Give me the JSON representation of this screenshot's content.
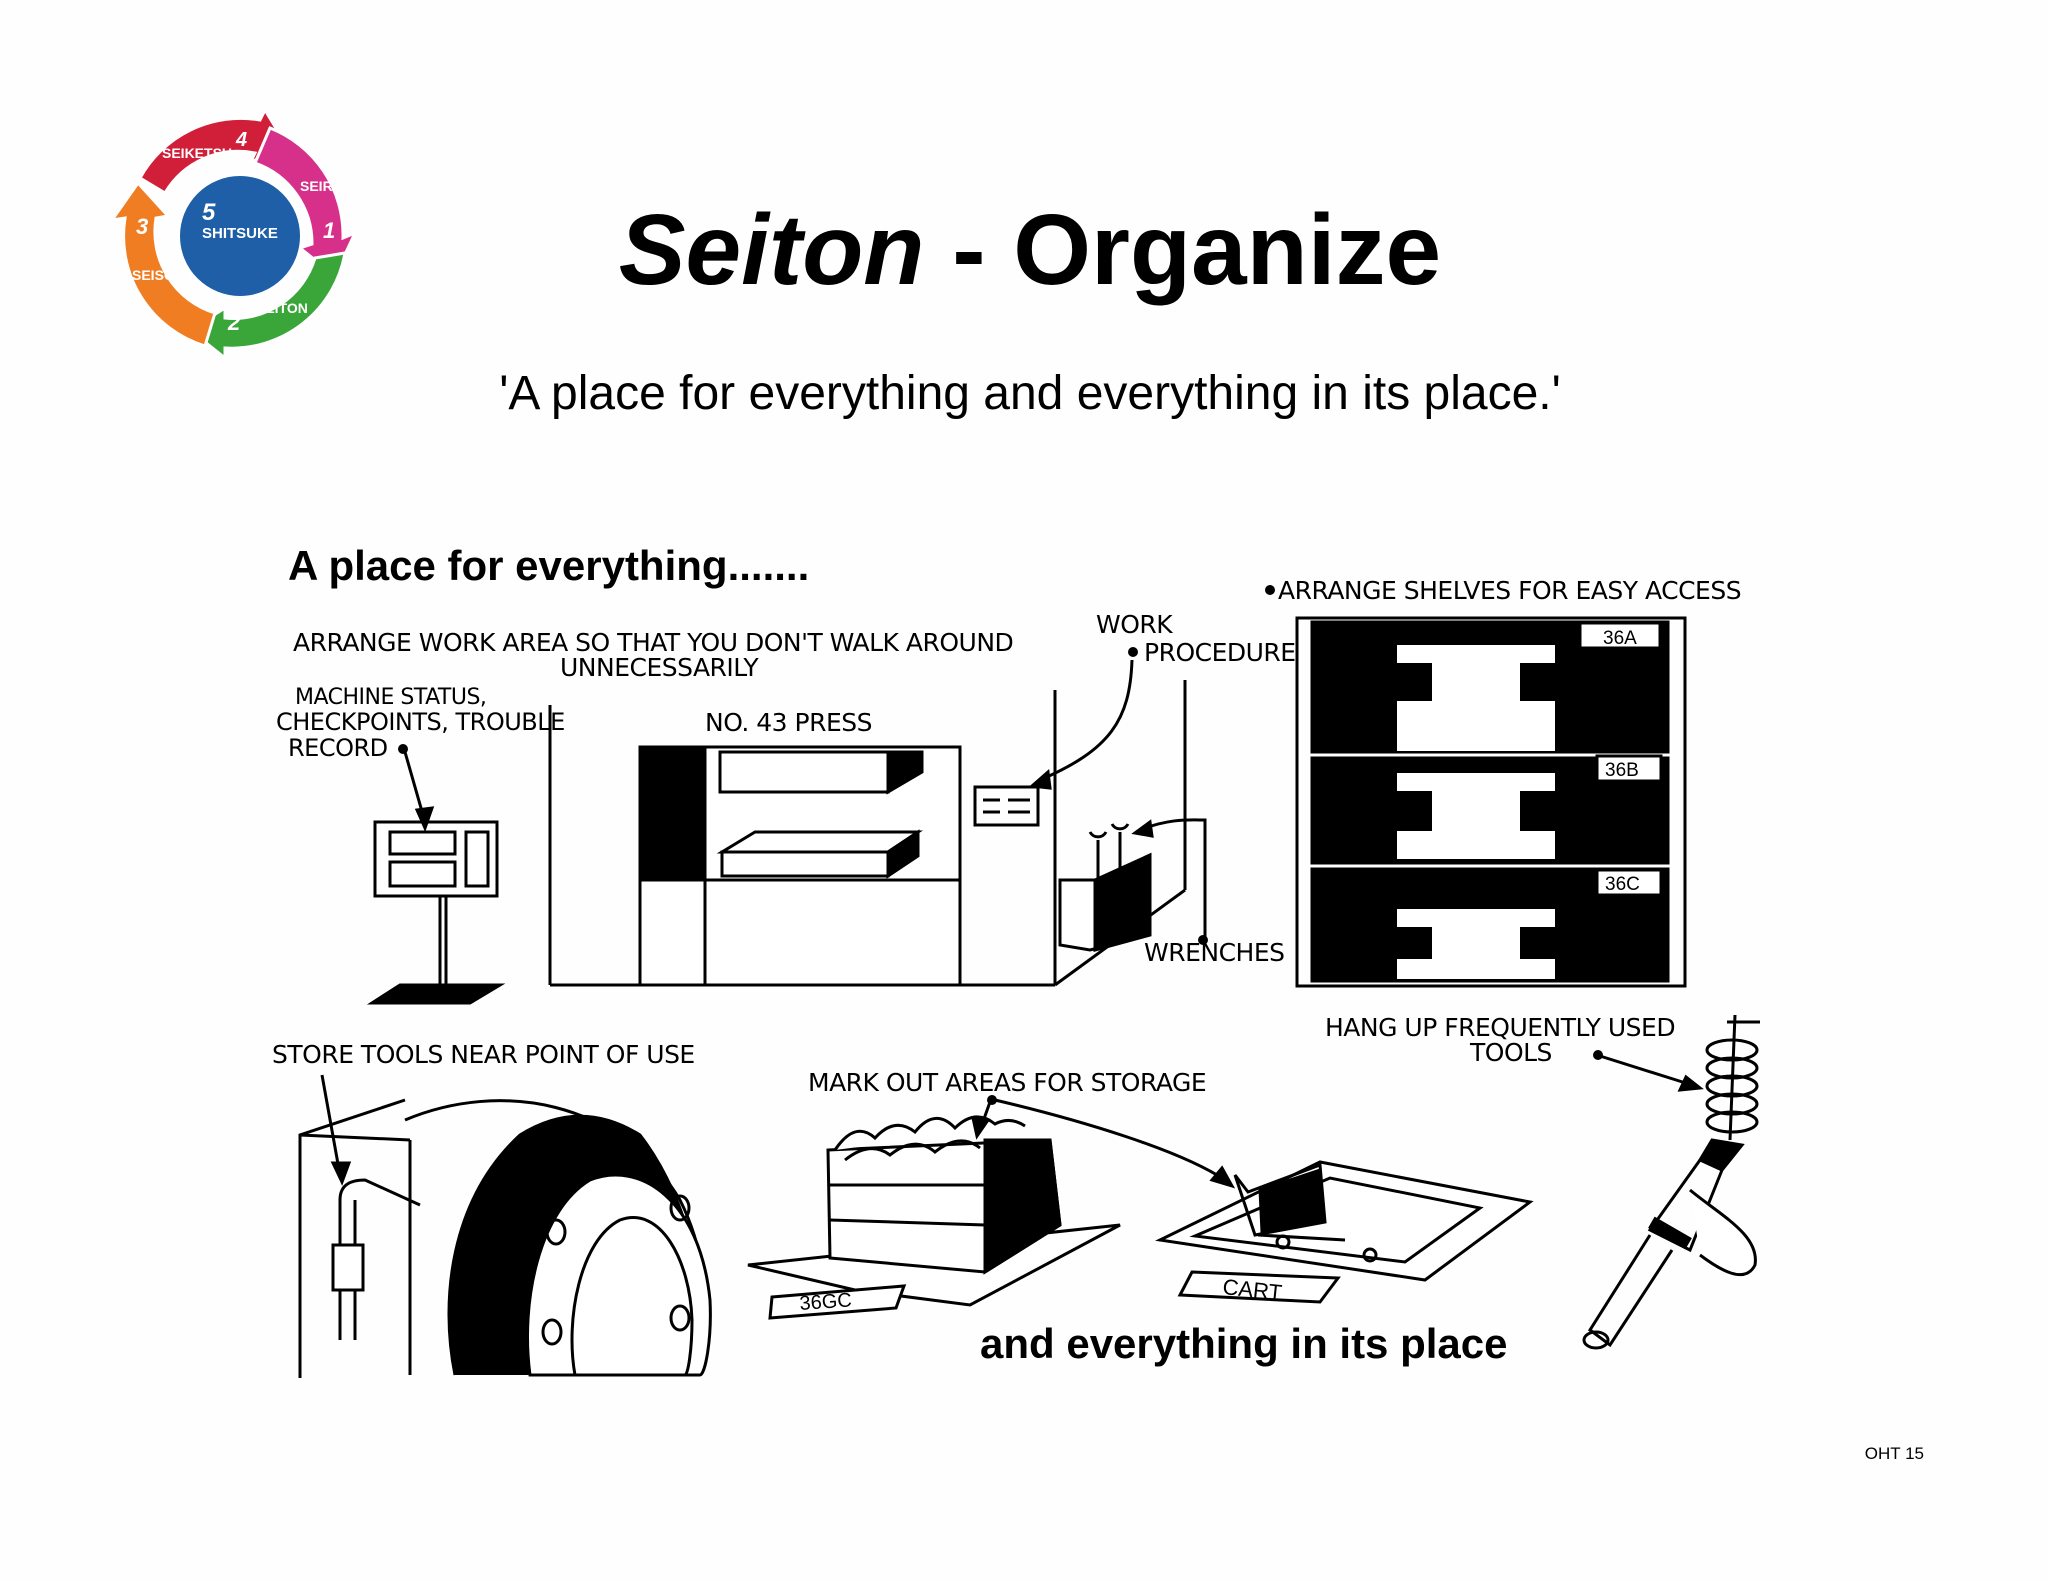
{
  "logo": {
    "center_number": "5",
    "center_label": "SHITSUKE",
    "segments": [
      {
        "number": "1",
        "label": "SEIRI",
        "color": "#d6308a"
      },
      {
        "number": "2",
        "label": "SEITON",
        "color": "#3aa63a"
      },
      {
        "number": "3",
        "label": "SEISO",
        "color": "#f07d22"
      },
      {
        "number": "4",
        "label": "SEIKETSU",
        "color": "#d11f3a"
      }
    ],
    "center_color": "#1f5fa8"
  },
  "header": {
    "title_italic": "Seiton",
    "title_rest": " - Organize",
    "subtitle": "'A place for everything and everything in its place.'"
  },
  "illustration": {
    "caption_top": "A place for everything.......",
    "caption_bottom": "and everything in its place",
    "labels": {
      "arrange_work_area": "ARRANGE WORK AREA SO THAT YOU DON'T WALK AROUND",
      "unnecessarily": "UNNECESSARILY",
      "machine_status_1": "MACHINE STATUS,",
      "machine_status_2": "CHECKPOINTS, TROUBLE",
      "machine_status_3": "RECORD",
      "press": "NO. 43 PRESS",
      "work": "WORK",
      "procedure": "PROCEDURE",
      "wrenches": "WRENCHES",
      "arrange_shelves": "ARRANGE SHELVES FOR EASY ACCESS",
      "shelf_a": "36A",
      "shelf_b": "36B",
      "shelf_c": "36C",
      "store_tools": "STORE TOOLS NEAR POINT OF USE",
      "mark_out": "MARK OUT AREAS FOR STORAGE",
      "hang_up_1": "HANG UP FREQUENTLY USED",
      "hang_up_2": "TOOLS",
      "bin_label": "36GC",
      "cart_label": "CART"
    }
  },
  "footer": {
    "slide_number": "OHT 15"
  }
}
